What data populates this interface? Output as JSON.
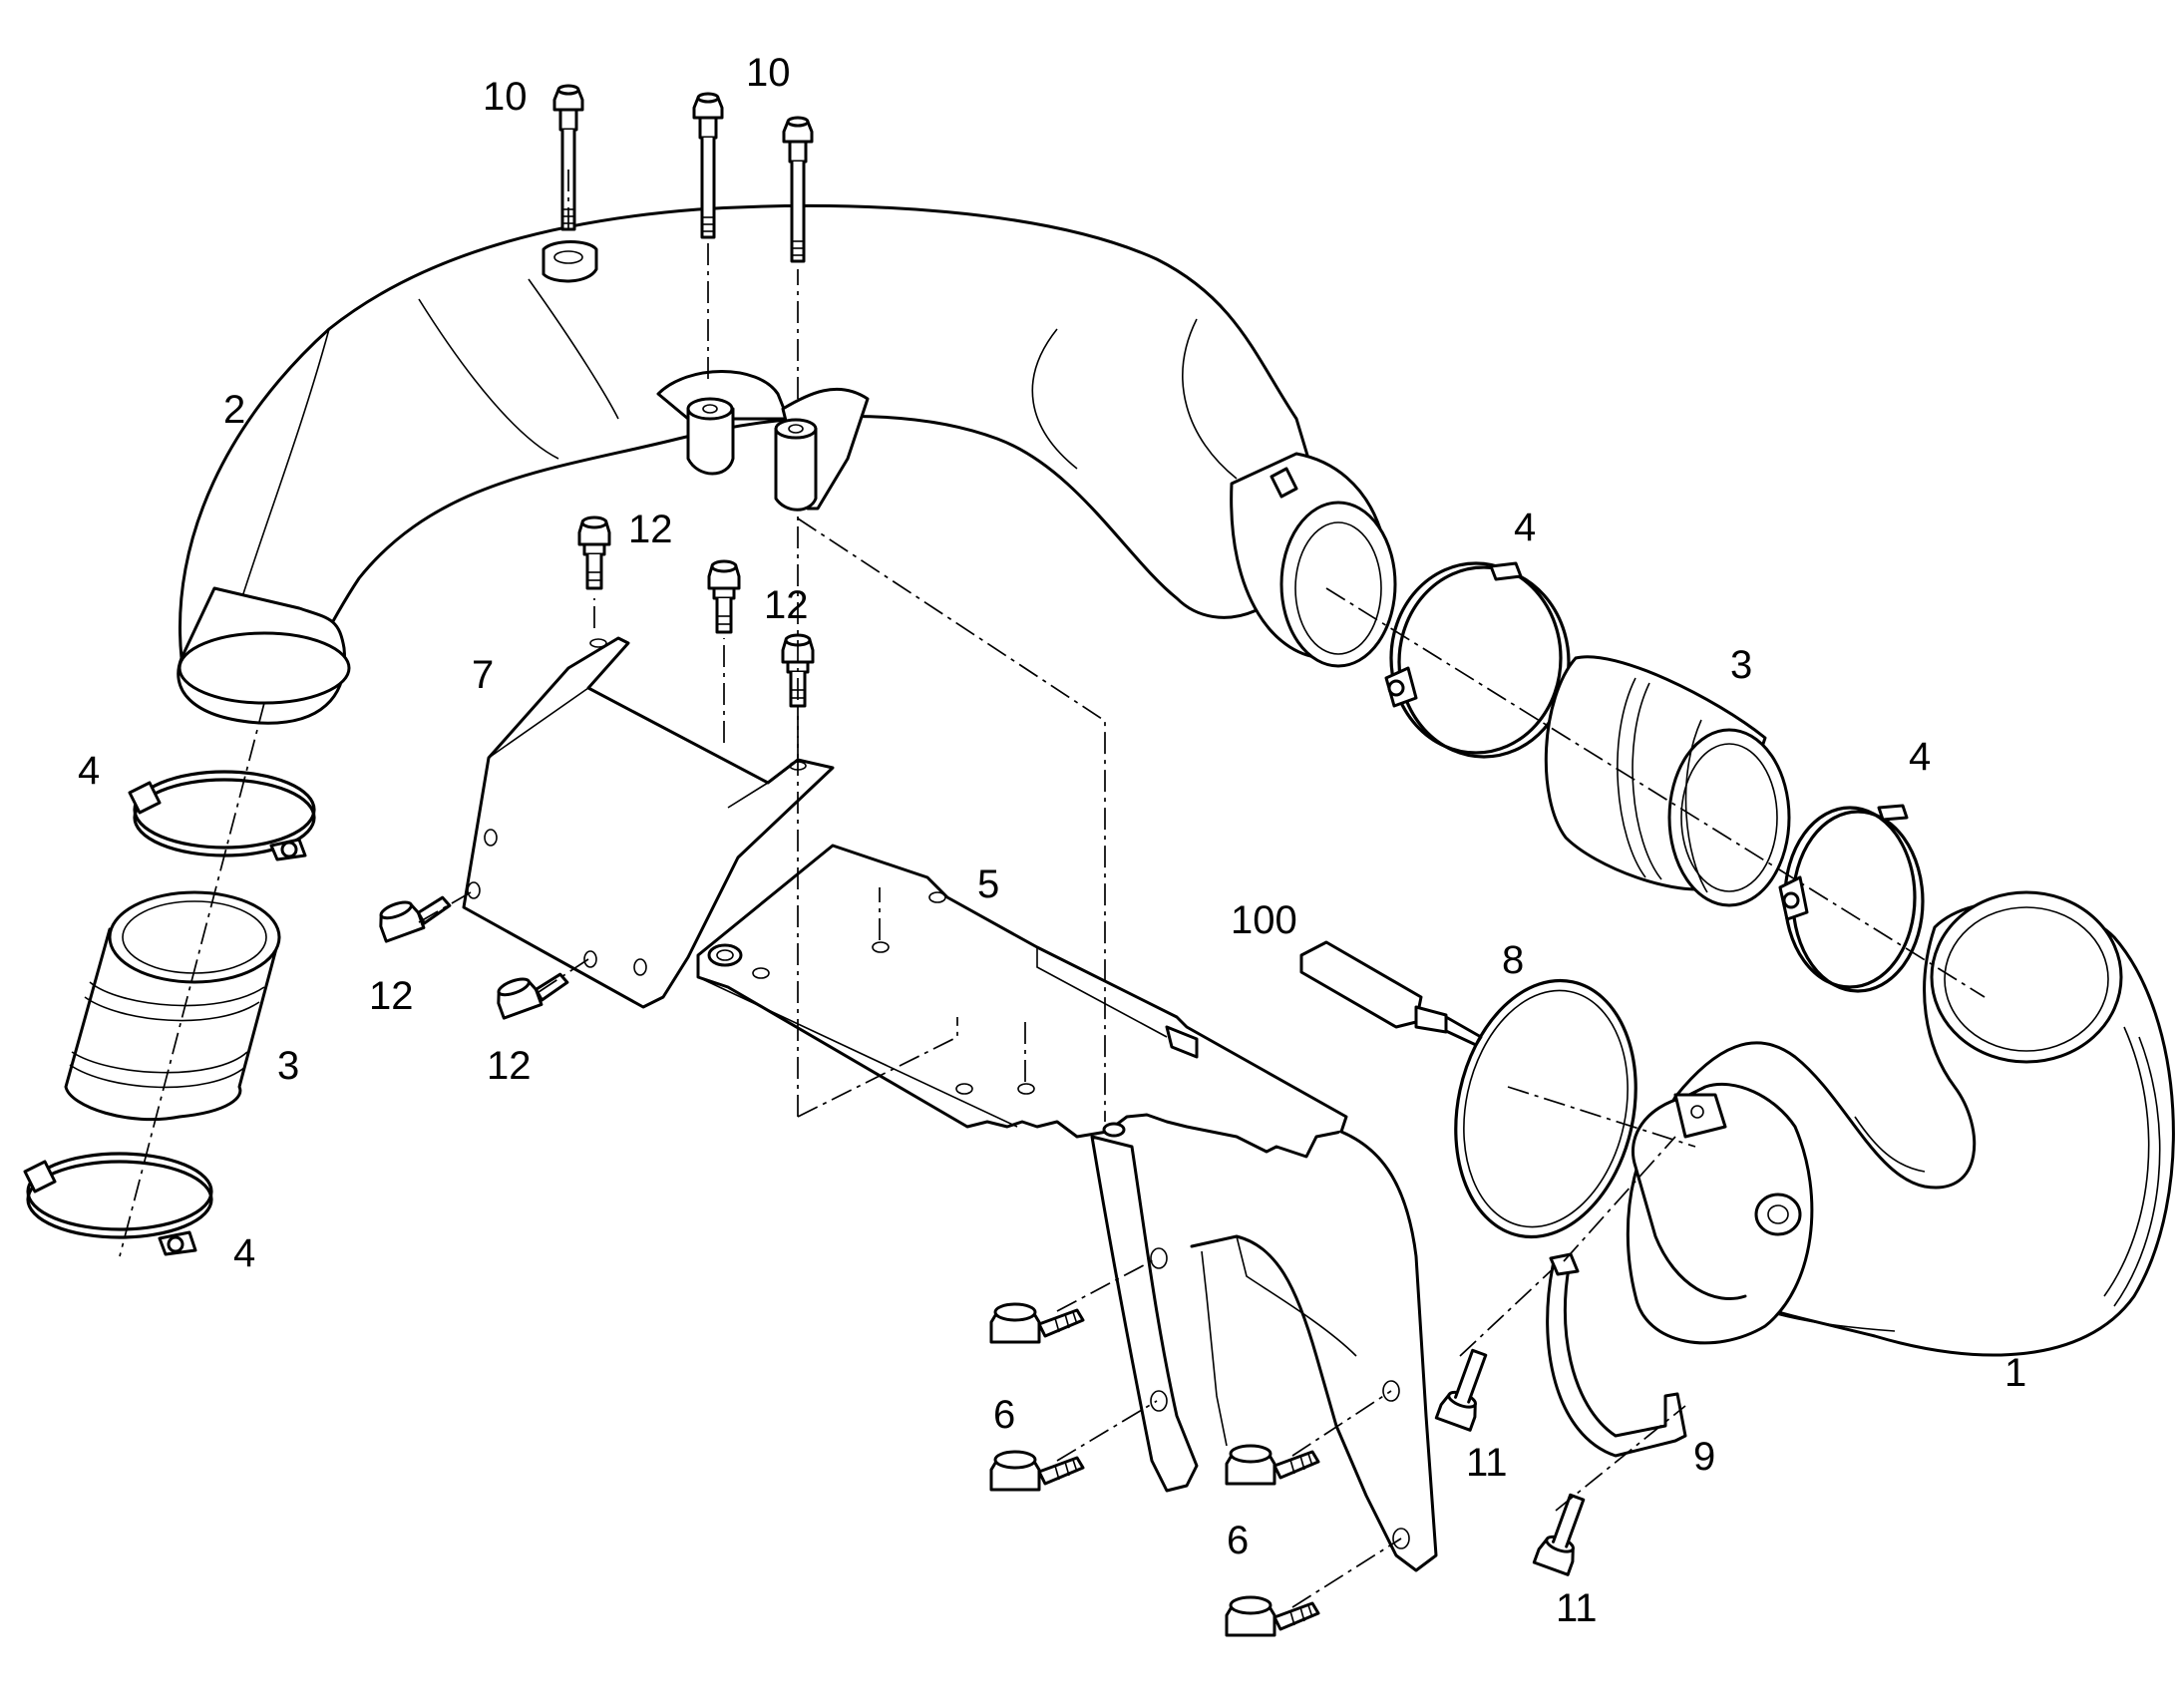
{
  "callouts": [
    {
      "key": "c10a",
      "label": "10"
    },
    {
      "key": "c10b",
      "label": "10"
    },
    {
      "key": "c2",
      "label": "2"
    },
    {
      "key": "c12a",
      "label": "12"
    },
    {
      "key": "c12b",
      "label": "12"
    },
    {
      "key": "c7",
      "label": "7"
    },
    {
      "key": "c4a",
      "label": "4"
    },
    {
      "key": "c3a",
      "label": "3"
    },
    {
      "key": "c4b",
      "label": "4"
    },
    {
      "key": "c4c",
      "label": "4"
    },
    {
      "key": "c3b",
      "label": "3"
    },
    {
      "key": "c4d",
      "label": "4"
    },
    {
      "key": "c5",
      "label": "5"
    },
    {
      "key": "c100",
      "label": "100"
    },
    {
      "key": "c8",
      "label": "8"
    },
    {
      "key": "c12c",
      "label": "12"
    },
    {
      "key": "c12d",
      "label": "12"
    },
    {
      "key": "c6a",
      "label": "6"
    },
    {
      "key": "c6b",
      "label": "6"
    },
    {
      "key": "c11a",
      "label": "11"
    },
    {
      "key": "c9",
      "label": "9"
    },
    {
      "key": "c11b",
      "label": "11"
    },
    {
      "key": "c1",
      "label": "1"
    }
  ]
}
